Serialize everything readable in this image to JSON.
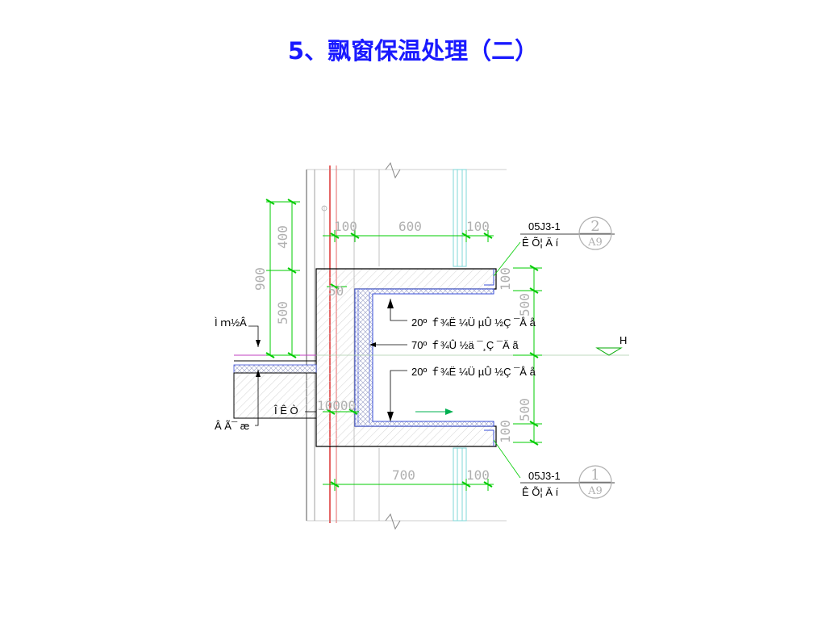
{
  "title": "5、飘窗保温处理（二）",
  "dims": {
    "d100_top_left": "100",
    "d600": "600",
    "d100_top_right": "100",
    "d400": "400",
    "d900": "900",
    "d500_left": "500",
    "d50": "50",
    "d10000": "10000",
    "d100_right_top": "100",
    "d500_right_top": "500",
    "d500_right_bottom": "500",
    "d100_right_bottom": "100",
    "d700": "700",
    "d100_bottom": "100"
  },
  "callouts": {
    "layer_1": "20º ｆ¾Ë ¼Ü µÛ ½Ç ¯Å å",
    "layer_2": "70º ｆ¾Û ½ä ¯¸Ç ¯Ä ã",
    "layer_3": "20º ｆ¾Ë ¼Ü µÛ ½Ç ¯Å å",
    "left_1": "Ì ｍ½Â",
    "left_2": "Î Ê Ò",
    "left_3": "Â Ã¯ æ",
    "level_mark": "H"
  },
  "refs": {
    "top": {
      "code": "05J3-1",
      "text": "Ê Õ¦  Ä í",
      "num": "2",
      "sheet": "A9"
    },
    "bottom": {
      "code": "05J3-1",
      "text": "Ê Õ¦  Ä í",
      "num": "1",
      "sheet": "A9"
    }
  },
  "colors": {
    "title": "#1a1aff",
    "dimension": "#00cc00",
    "wall_line": "#d40000",
    "outline": "#000000",
    "insulation": "#3a4fd8",
    "glass": "#7fd7d7",
    "arrow": "#00b050",
    "slab_line": "#c040c0"
  }
}
